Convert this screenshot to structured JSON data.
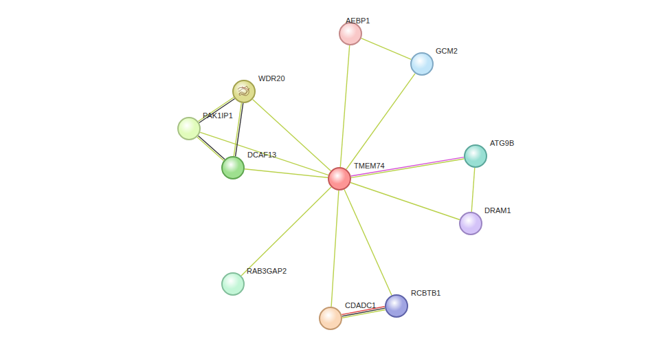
{
  "diagram": {
    "nodes": [
      {
        "text": [
          "AEBP1"
        ]
      },
      {
        "text": [
          "GCM2"
        ]
      },
      {
        "text": [
          "WDR20"
        ]
      },
      {
        "text": [
          "PAK1IP1"
        ]
      },
      {
        "text": [
          "DCAF13"
        ]
      },
      {
        "text": [
          "ATG9B"
        ]
      },
      {
        "text": [
          "TMEM74"
        ]
      },
      {
        "text": [
          "DRAM1"
        ]
      },
      {
        "text": [
          "RAB3GAP2"
        ]
      },
      {
        "text": [
          "RCBTB1"
        ]
      },
      {
        "text": [
          "CDADC1"
        ]
      }
    ],
    "edges": [
      {
        "from": 6,
        "to": 0,
        "arrow": "none"
      },
      {
        "from": 6,
        "to": 1,
        "arrow": "none"
      },
      {
        "from": 0,
        "to": 1,
        "arrow": "none"
      },
      {
        "from": 6,
        "to": 2,
        "arrow": "none"
      },
      {
        "from": 6,
        "to": 3,
        "arrow": "none"
      },
      {
        "from": 6,
        "to": 4,
        "arrow": "none"
      },
      {
        "from": 6,
        "to": 5,
        "arrow": "none"
      },
      {
        "from": 6,
        "to": 7,
        "arrow": "none"
      },
      {
        "from": 5,
        "to": 7,
        "arrow": "none"
      },
      {
        "from": 6,
        "to": 8,
        "arrow": "none"
      },
      {
        "from": 6,
        "to": 10,
        "arrow": "none"
      },
      {
        "from": 6,
        "to": 9,
        "arrow": "none"
      },
      {
        "from": 10,
        "to": 9,
        "arrow": "none"
      },
      {
        "from": 2,
        "to": 3,
        "arrow": "none"
      },
      {
        "from": 2,
        "to": 4,
        "arrow": "none"
      },
      {
        "from": 3,
        "to": 4,
        "arrow": "none"
      }
    ]
  }
}
